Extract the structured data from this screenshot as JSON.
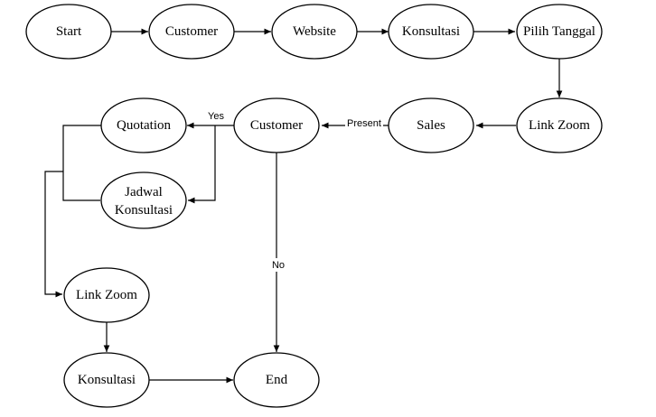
{
  "nodes": {
    "start": "Start",
    "customer_top": "Customer",
    "website": "Website",
    "konsultasi_top": "Konsultasi",
    "pilih_tanggal": "Pilih Tanggal",
    "link_zoom_right": "Link Zoom",
    "sales": "Sales",
    "customer_mid": "Customer",
    "quotation": "Quotation",
    "jadwal_konsultasi_line1": "Jadwal",
    "jadwal_konsultasi_line2": "Konsultasi",
    "link_zoom_left": "Link Zoom",
    "konsultasi_bottom": "Konsultasi",
    "end": "End"
  },
  "edge_labels": {
    "present": "Present",
    "yes": "Yes",
    "no": "No"
  }
}
